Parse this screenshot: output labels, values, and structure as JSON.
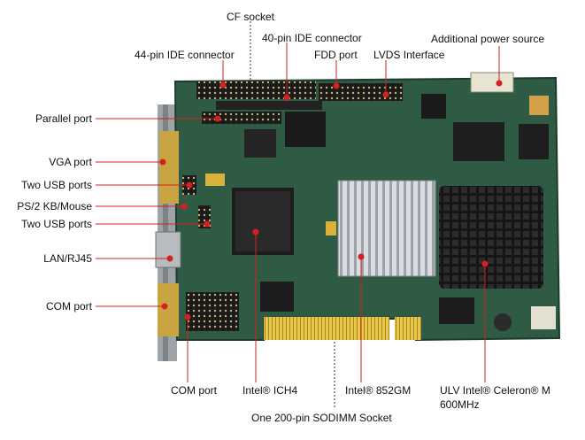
{
  "labels": {
    "cf_socket": "CF socket",
    "ide44": "44-pin IDE connector",
    "ide40": "40-pin IDE connector",
    "fdd": "FDD port",
    "lvds": "LVDS Interface",
    "power": "Additional power source",
    "parallel": "Parallel port",
    "vga": "VGA port",
    "usb1": "Two USB ports",
    "ps2": "PS/2 KB/Mouse",
    "usb2": "Two USB ports",
    "lan": "LAN/RJ45",
    "com_left": "COM port",
    "com_bottom": "COM port",
    "ich4": "Intel® ICH4",
    "gm852": "Intel® 852GM",
    "celeron_line1": "ULV Intel® Celeron® M",
    "celeron_line2": "600MHz",
    "sodimm": "One 200-pin SODIMM Socket"
  },
  "colors": {
    "callout": "#d4201f",
    "pcb": "#2f5a44",
    "gold": "#d8b23a",
    "heatsink": "#c9cdd2",
    "cpu_cooler": "#1c1c1c"
  },
  "icons": [
    "motherboard-photo"
  ]
}
